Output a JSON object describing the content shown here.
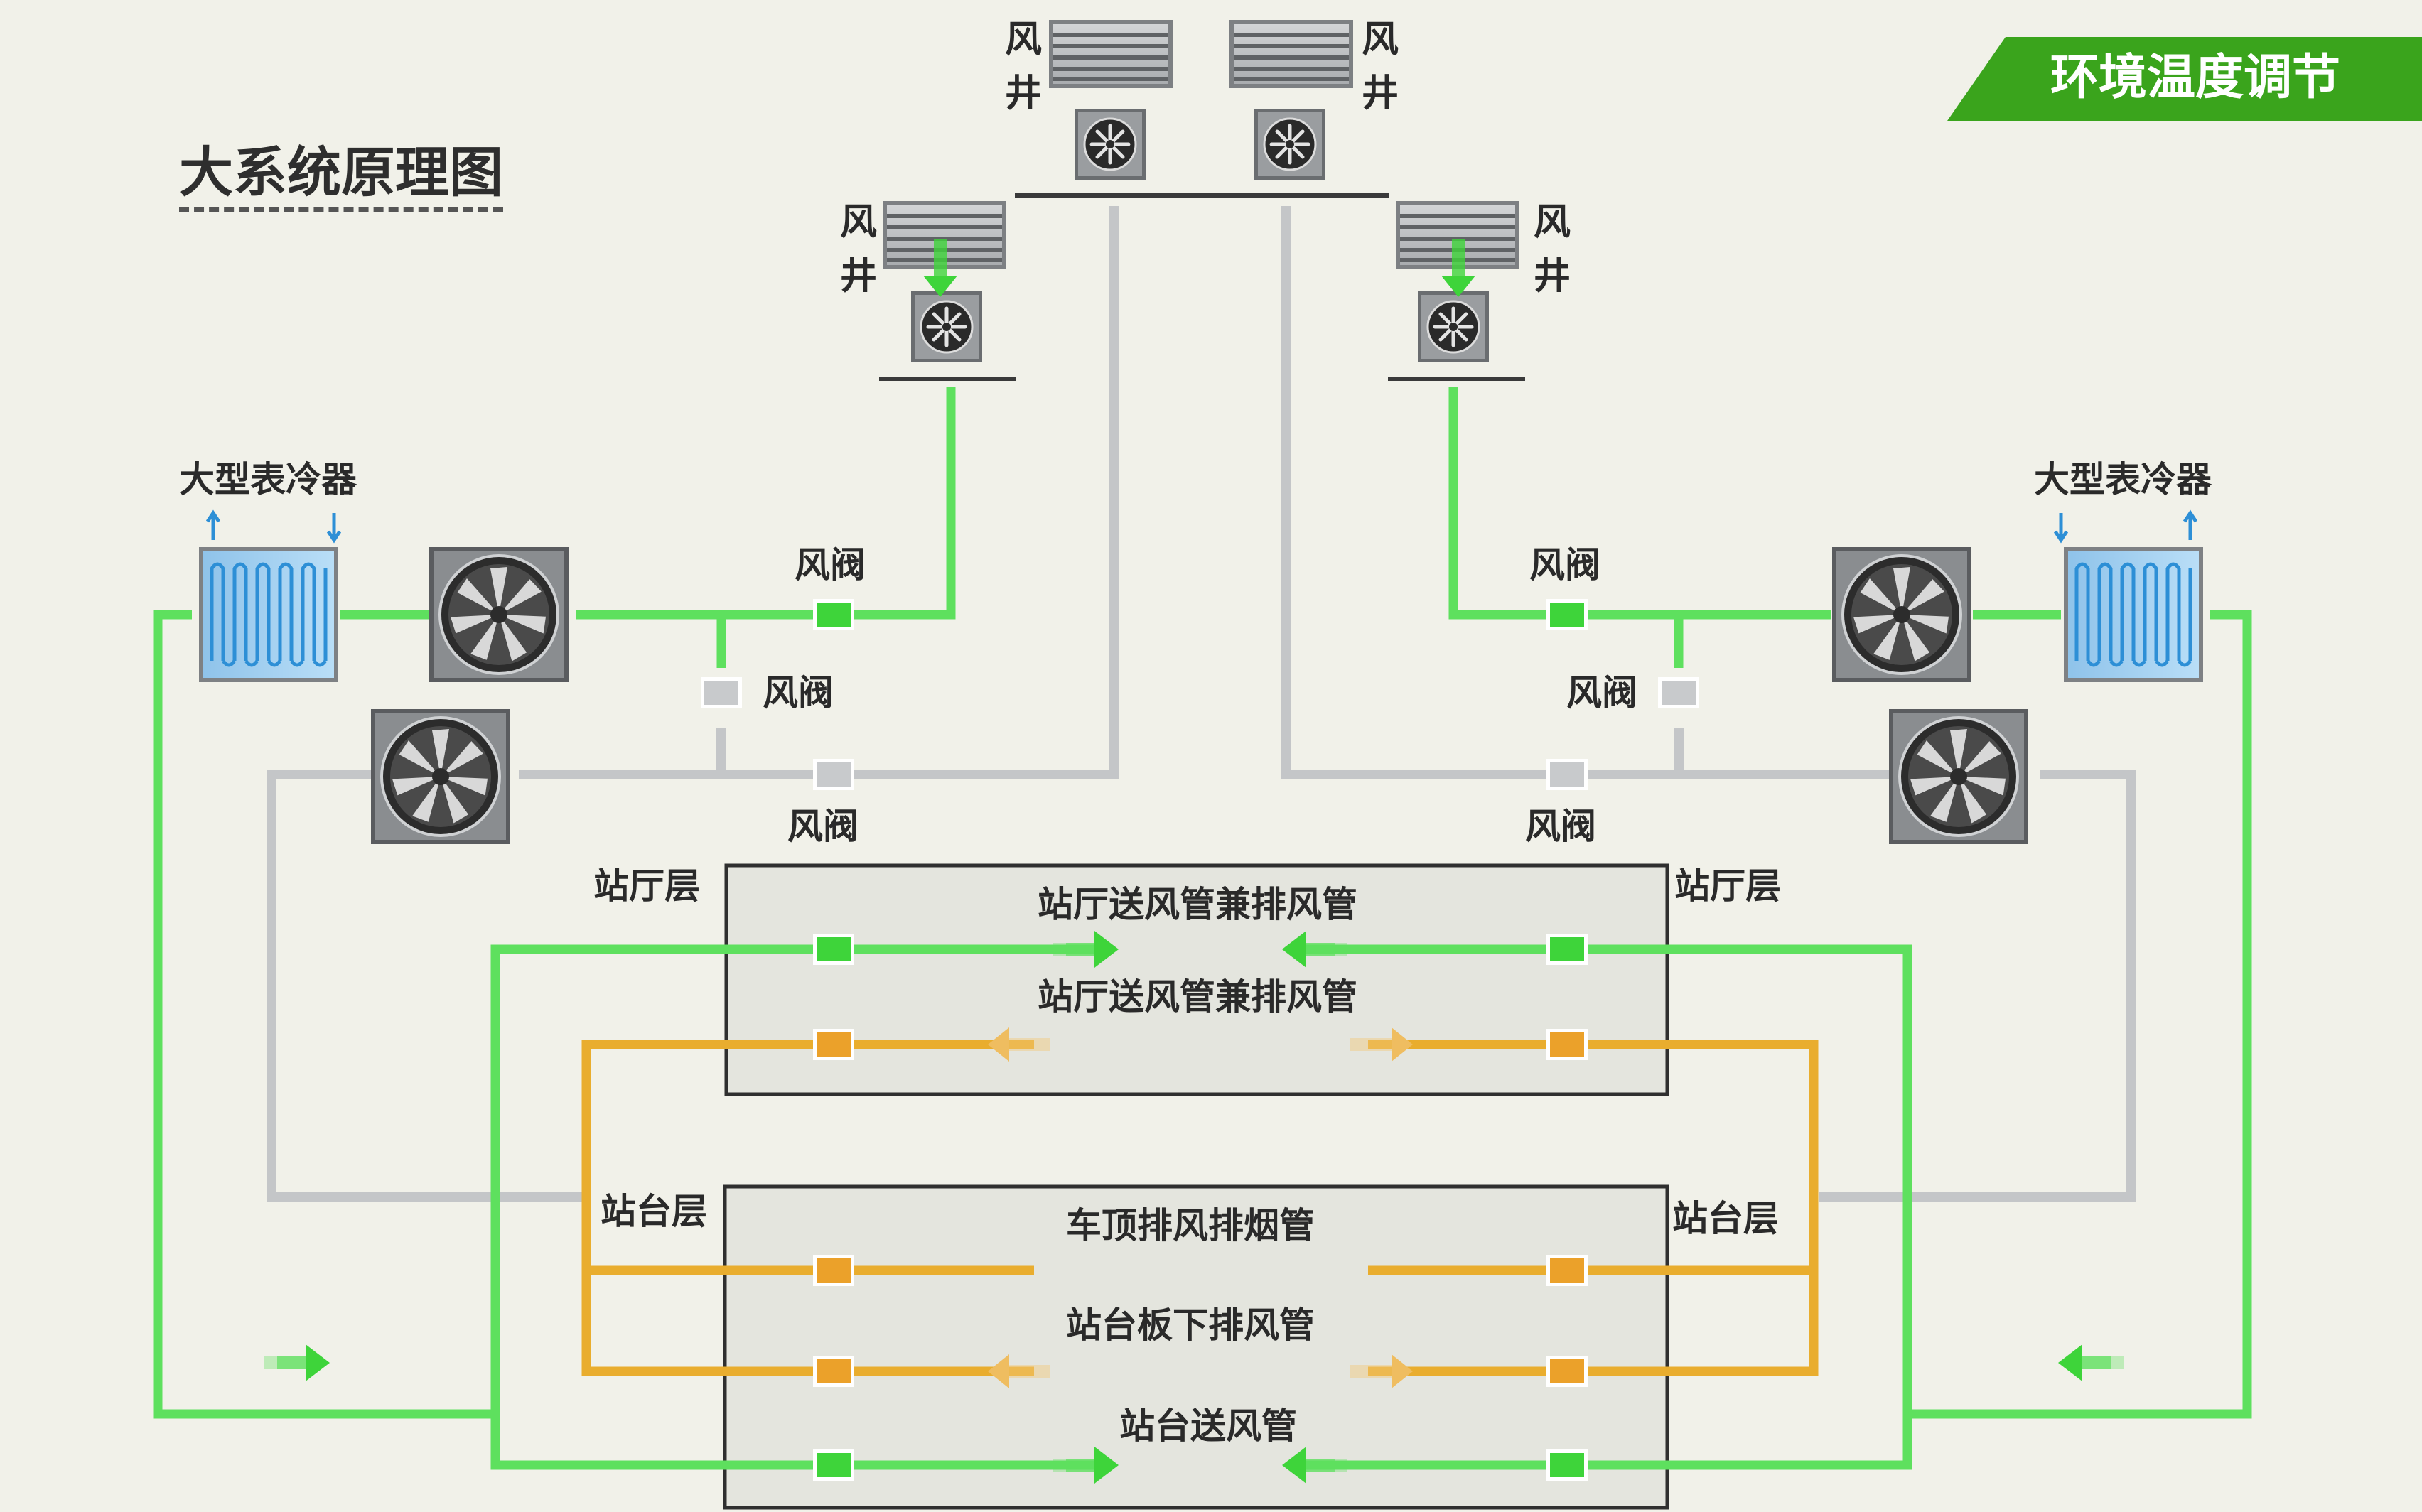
{
  "banner": {
    "text": "环境温度调节",
    "color": "#3aa41c"
  },
  "title": "大系统原理图",
  "labels": {
    "air_shaft": "风井",
    "cooler": "大型表冷器",
    "damper": "风阀",
    "hall_level": "站厅层",
    "platform_level": "站台层"
  },
  "ducts": {
    "hall_top": "站厅送风管兼排风管",
    "hall_bottom": "站厅送风管兼排风管",
    "trackway": "车顶排风排烟管",
    "under_platform": "站台板下排风管",
    "platform_supply": "站台送风管"
  },
  "colors": {
    "supply": "#5ee05e",
    "exhaust": "#e9ad2e",
    "return": "#c4c6c8",
    "background": "#f1f1e9"
  },
  "icons": [
    "fan-icon",
    "cooling-coil-icon",
    "louver-icon",
    "damper-icon",
    "flow-arrow-icon"
  ]
}
